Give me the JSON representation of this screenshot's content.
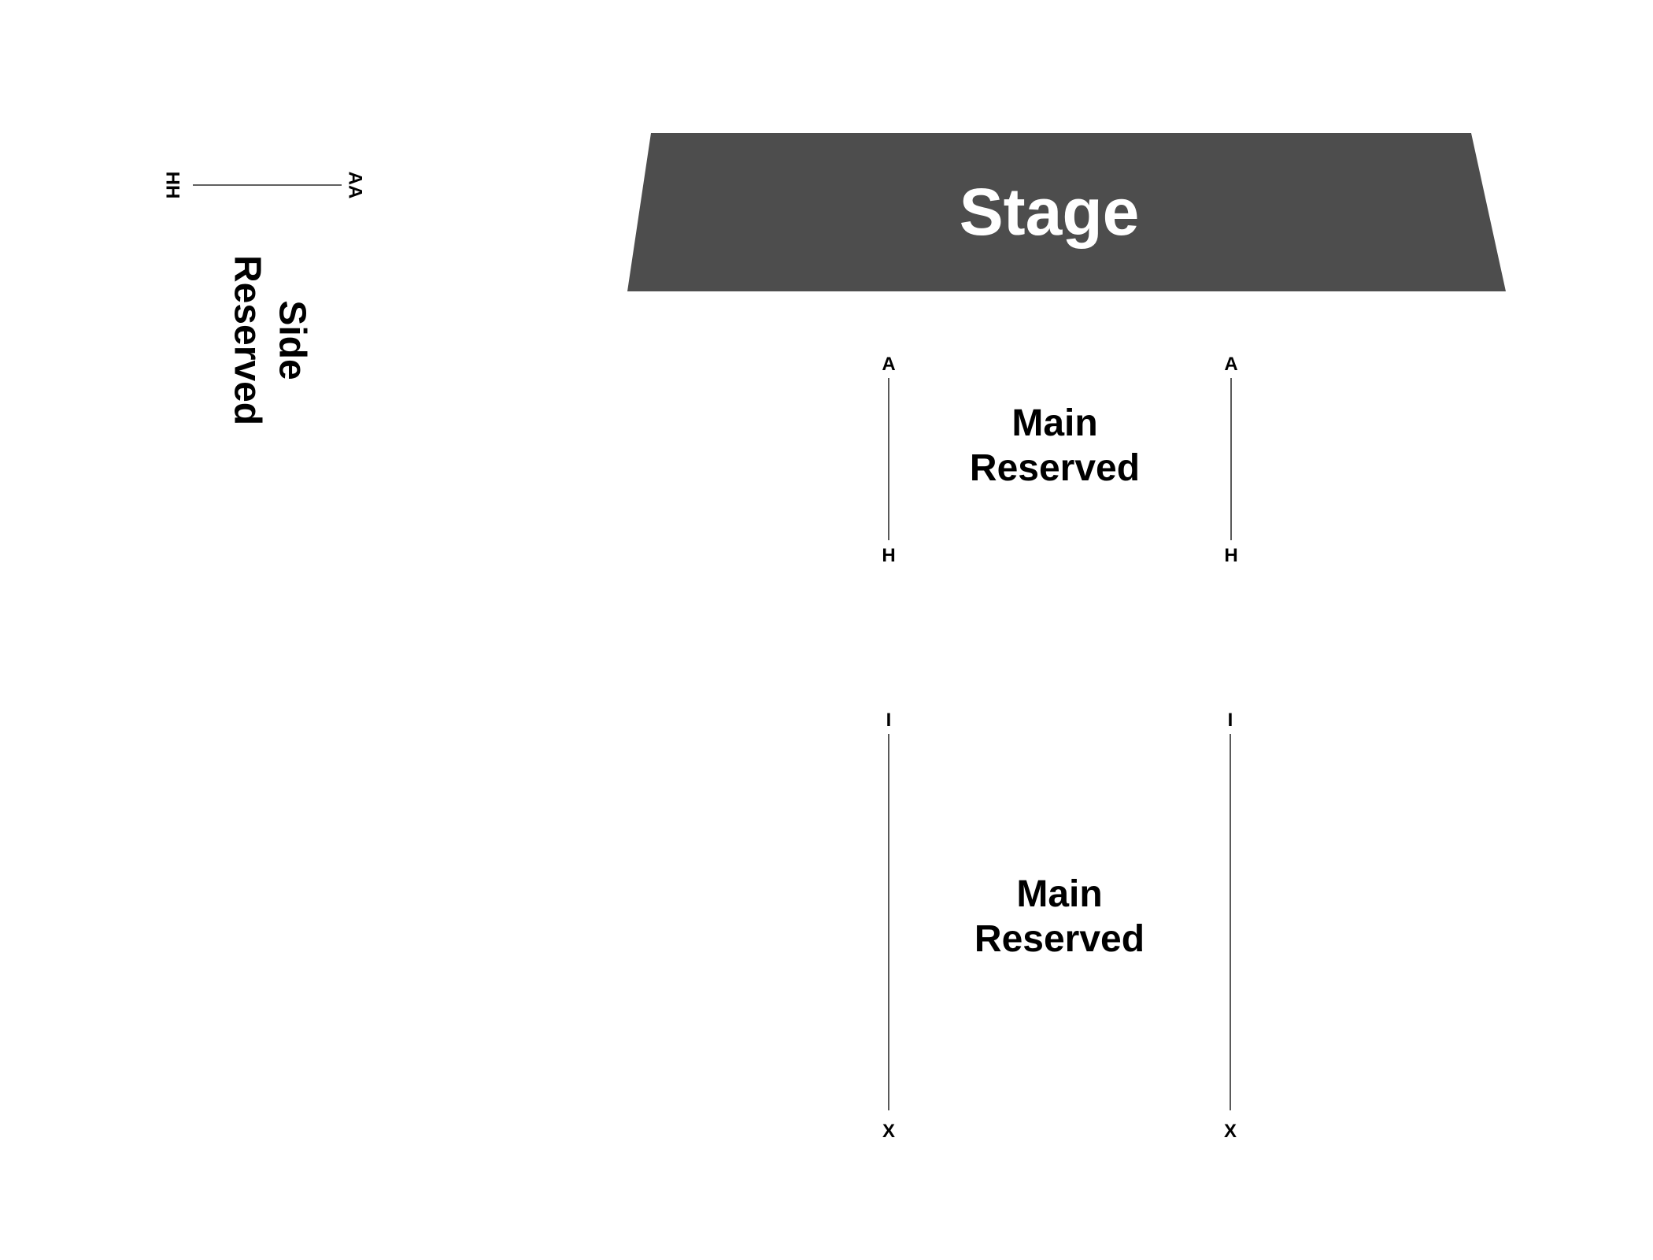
{
  "stage": {
    "label": "Stage",
    "fill_color": "#4d4d4d",
    "text_color": "#ffffff"
  },
  "sections": {
    "side_reserved": {
      "line1": "Side",
      "line2": "Reserved",
      "row_start": "AA",
      "row_end": "HH"
    },
    "main_reserved_front": {
      "line1": "Main",
      "line2": "Reserved",
      "left_aisle": {
        "row_start": "A",
        "row_end": "H"
      },
      "right_aisle": {
        "row_start": "A",
        "row_end": "H"
      }
    },
    "main_reserved_rear": {
      "line1": "Main",
      "line2": "Reserved",
      "left_aisle": {
        "row_start": "I",
        "row_end": "X"
      },
      "right_aisle": {
        "row_start": "I",
        "row_end": "X"
      }
    }
  }
}
